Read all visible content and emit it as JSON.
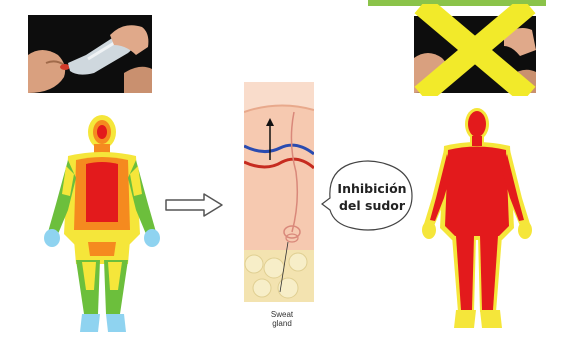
{
  "bubble": {
    "line1": "Inhibición",
    "line2": "del sudor"
  },
  "skin_label": {
    "line1": "Sweat",
    "line2": "gland"
  },
  "colors": {
    "background": "#ffffff",
    "photo_dark": "#0d0d0d",
    "cross": "#f2ea2a",
    "body_red": "#e31a1c",
    "body_orange": "#f58a1f",
    "body_yellow": "#f5e63a",
    "body_green": "#6cbf3c",
    "body_blue": "#8fd3f0",
    "skin": "#f6c9b0",
    "vessel_blue": "#2a4bb0",
    "vessel_red": "#c62b1f"
  },
  "icons": [
    "drinking-photo",
    "crossed-drinking-photo",
    "thermal-body-mixed",
    "thermal-body-hot",
    "right-arrow",
    "skin-cross-section",
    "speech-bubble"
  ]
}
